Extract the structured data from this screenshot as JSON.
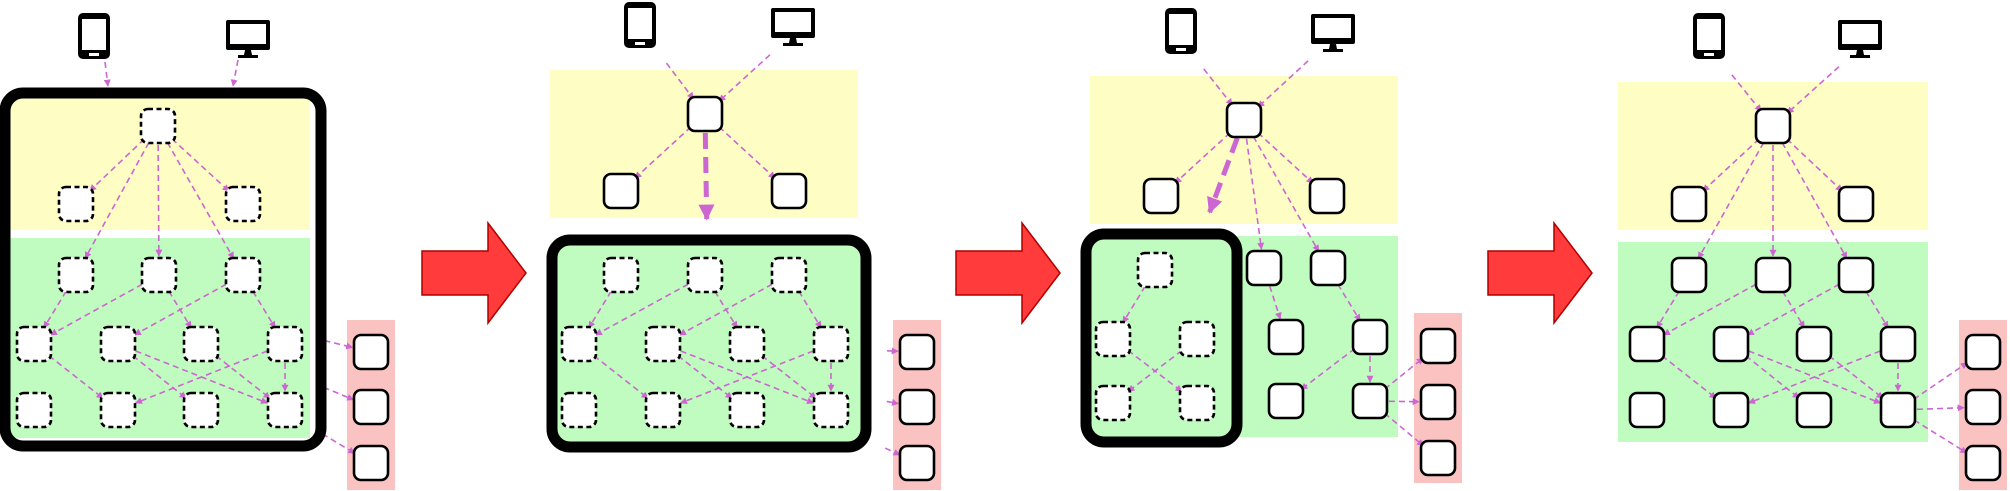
{
  "colors": {
    "frontend_band": "#fdfdc4",
    "backend_band": "#c0fcc0",
    "external_band": "#fbc2c2",
    "edge": "#cc66d0",
    "arrow_fill": "#ff3b3b",
    "arrow_stroke": "#b00000",
    "frame": "#000000",
    "node_fill": "#ffffff"
  },
  "icons": [
    "phone-icon",
    "monitor-icon"
  ],
  "stages": [
    {
      "id": "stage-1",
      "highlighted_group": "all-services"
    },
    {
      "id": "stage-2",
      "highlighted_group": "backend-services"
    },
    {
      "id": "stage-3",
      "highlighted_group": "backend-left-subtree"
    },
    {
      "id": "stage-4",
      "highlighted_group": "none"
    }
  ],
  "transition_arrows": [
    "transition-arrow-1",
    "transition-arrow-2",
    "transition-arrow-3"
  ]
}
